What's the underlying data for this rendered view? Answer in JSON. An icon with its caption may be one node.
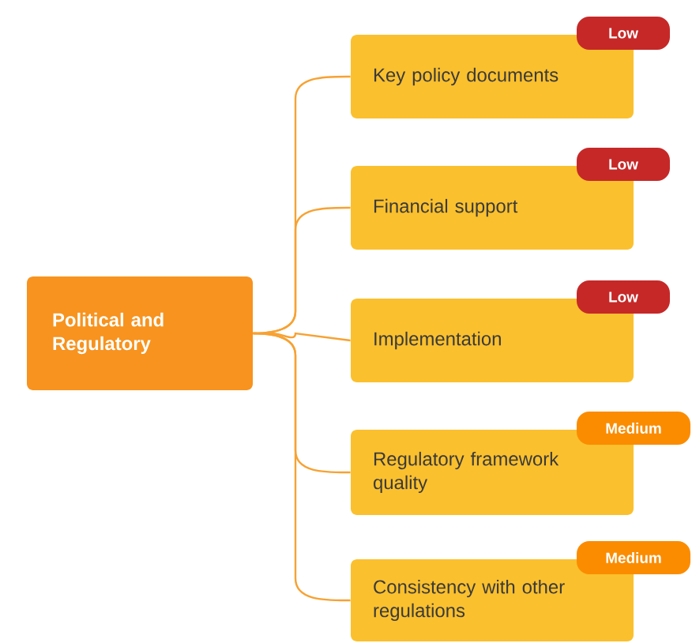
{
  "diagram": {
    "nodes": [
      {
        "text": [
          "Political and Regulatory"
        ]
      },
      {
        "text": [
          "Key policy documents"
        ]
      },
      {
        "text": [
          "Low"
        ]
      },
      {
        "text": [
          "Financial support"
        ]
      },
      {
        "text": [
          "Low"
        ]
      },
      {
        "text": [
          "Implementation"
        ]
      },
      {
        "text": [
          "Low"
        ]
      },
      {
        "text": [
          "Regulatory framework quality"
        ]
      },
      {
        "text": [
          "Medium"
        ]
      },
      {
        "text": [
          "Consistency with other regulations"
        ]
      },
      {
        "text": [
          "Medium"
        ]
      }
    ],
    "edges": [
      {
        "from": 0,
        "to": 1,
        "arrow": "none"
      },
      {
        "from": 0,
        "to": 3,
        "arrow": "none"
      },
      {
        "from": 0,
        "to": 5,
        "arrow": "none"
      },
      {
        "from": 0,
        "to": 7,
        "arrow": "none"
      },
      {
        "from": 0,
        "to": 9,
        "arrow": "none"
      }
    ]
  }
}
